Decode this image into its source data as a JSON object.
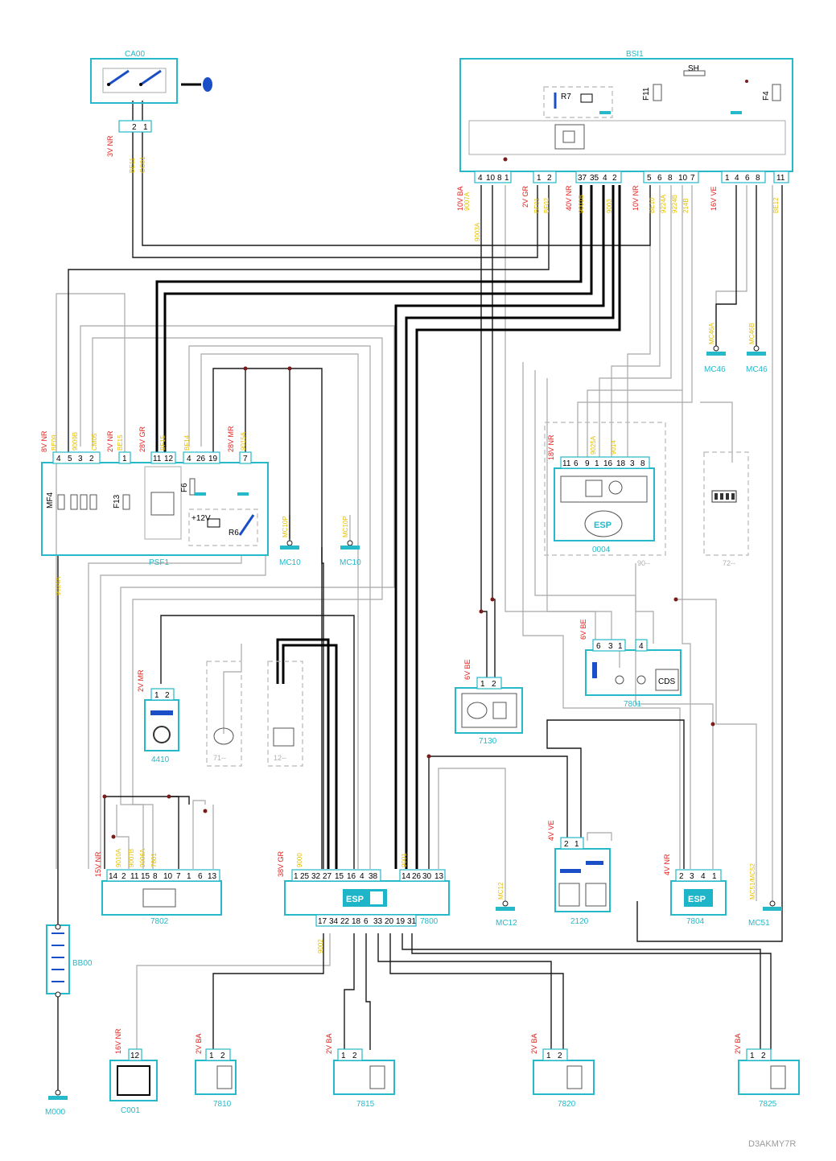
{
  "colors": {
    "component": "#25b9c9",
    "wire_color": "#e0201c",
    "wire_code": "#e8c000",
    "ground": "#25b9c9"
  },
  "components": {
    "ca00": "CA00",
    "bsi1": "BSI1",
    "psf1": "PSF1",
    "c0004": "0004",
    "c7130": "7130",
    "c7801": "7801",
    "c4410": "4410",
    "c7802": "7802",
    "c7800": "7800",
    "c2120": "2120",
    "c7804": "7804",
    "bb00": "BB00",
    "c001": "C001",
    "c7810": "7810",
    "c7815": "7815",
    "c7820": "7820",
    "c7825": "7825",
    "g71": "71--",
    "g12": "12--",
    "g90": "90--",
    "g72": "72--"
  },
  "grounds": {
    "mc10a": "MC10",
    "mc10b": "MC10",
    "mc46a": "MC46",
    "mc46b": "MC46",
    "mc12": "MC12",
    "mc51": "MC51",
    "m000": "M000"
  },
  "ground_codes": {
    "mc10a": "MC10P",
    "mc10b": "MC10P",
    "mc46a": "MC46A",
    "mc46b": "MC46B",
    "mc12": "MC12",
    "mc51": "MC51/MC52",
    "m000": "M000"
  },
  "connectors": {
    "ca00_conn": {
      "color": "3V NR",
      "pins": [
        "2",
        "1"
      ]
    },
    "bsi_a": {
      "color": "10V BA",
      "pins": [
        "4",
        "10",
        "8",
        "1"
      ]
    },
    "bsi_b": {
      "color": "2V GR",
      "pins": [
        "1",
        "2"
      ]
    },
    "bsi_c": {
      "color": "40V NR",
      "pins": [
        "37",
        "35",
        "4",
        "2"
      ]
    },
    "bsi_d": {
      "color": "10V NR",
      "pins": [
        "5",
        "6",
        "8",
        "10",
        "7"
      ]
    },
    "bsi_e": {
      "color": "16V VE",
      "pins": [
        "1",
        "4",
        "6",
        "8",
        "11"
      ]
    },
    "psf_a": {
      "color": "8V NR",
      "pins": [
        "4",
        "5",
        "3",
        "2"
      ]
    },
    "psf_b": {
      "color": "2V NR",
      "pins": [
        "1"
      ]
    },
    "psf_c": {
      "color": "28V GR",
      "pins": [
        "11",
        "12"
      ]
    },
    "psf_d": {
      "color": "",
      "pins": [
        "4",
        "26",
        "19"
      ]
    },
    "psf_e": {
      "color": "28V MR",
      "pins": [
        "7"
      ]
    },
    "c0004_conn": {
      "color": "18V NR",
      "pins": [
        "11",
        "6",
        "9",
        "1",
        "16",
        "18",
        "3",
        "8"
      ]
    },
    "c7130_conn": {
      "color": "6V BE",
      "pins": [
        "1",
        "2"
      ]
    },
    "c7801_conn": {
      "color": "6V BE",
      "pins": [
        "6",
        "3",
        "1",
        "4"
      ]
    },
    "c4410_conn": {
      "color": "2V MR",
      "pins": [
        "1",
        "2"
      ]
    },
    "c7802_conn": {
      "color": "15V NR",
      "pins": [
        "14",
        "2",
        "11",
        "15",
        "8",
        "10",
        "7",
        "1",
        "6",
        "13"
      ]
    },
    "c7800_top": {
      "color": "38V GR",
      "pins": [
        "1",
        "25",
        "32",
        "27",
        "15",
        "16",
        "4",
        "38",
        "14",
        "26",
        "30",
        "13"
      ]
    },
    "c7800_bot": {
      "color": "",
      "pins": [
        "17",
        "34",
        "22",
        "18",
        "6",
        "33",
        "20",
        "19",
        "31"
      ]
    },
    "c2120_conn": {
      "color": "4V VE",
      "pins": [
        "2",
        "1"
      ]
    },
    "c7804_conn": {
      "color": "4V NR",
      "pins": [
        "2",
        "3",
        "4",
        "1"
      ]
    },
    "c001_conn": {
      "color": "16V NR",
      "pins": [
        "12"
      ]
    },
    "c7810_conn": {
      "color": "2V BA",
      "pins": [
        "1",
        "2"
      ]
    },
    "c7815_conn": {
      "color": "2V BA",
      "pins": [
        "1",
        "2"
      ]
    },
    "c7820_conn": {
      "color": "2V BA",
      "pins": [
        "1",
        "2"
      ]
    },
    "c7825_conn": {
      "color": "2V BA",
      "pins": [
        "1",
        "2"
      ]
    }
  },
  "internal_labels": {
    "sh": "SH",
    "r7": "R7",
    "f11": "F11",
    "f4": "F4",
    "f13": "F13",
    "f6": "F6",
    "r6": "R6",
    "mf4": "MF4",
    "plus12v": "+12V",
    "esp": "ESP",
    "cds": "CDS"
  },
  "wire_codes": [
    "BE11",
    "CC01",
    "9007A",
    "9003A",
    "BF01",
    "BF02",
    "9001B",
    "9003",
    "BE10",
    "9224A",
    "9224B",
    "214B",
    "BE12",
    "BE09",
    "9009B",
    "CM05",
    "BE15",
    "BF15",
    "BF14",
    "9015A",
    "9024A",
    "9025A",
    "9014",
    "9010A",
    "9007B",
    "9006A",
    "7801",
    "9000",
    "9001",
    "9002"
  ],
  "footer": "D3AKMY7R"
}
